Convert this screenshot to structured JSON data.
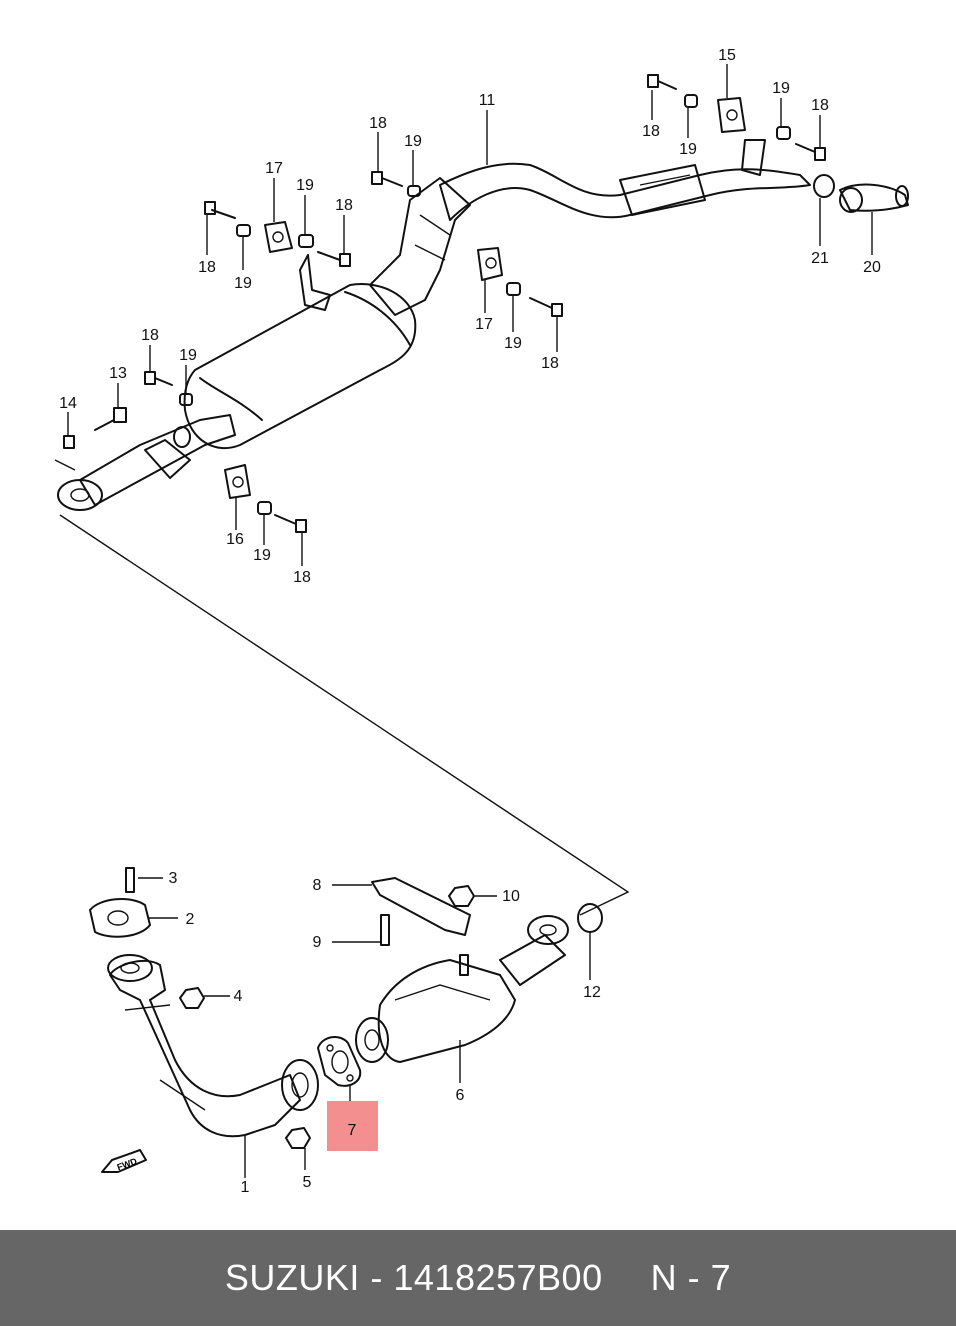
{
  "callouts": [
    {
      "id": "c1",
      "text": "1"
    },
    {
      "id": "c2",
      "text": "2"
    },
    {
      "id": "c3",
      "text": "3"
    },
    {
      "id": "c4",
      "text": "4"
    },
    {
      "id": "c5",
      "text": "5"
    },
    {
      "id": "c6",
      "text": "6"
    },
    {
      "id": "c7",
      "text": "7",
      "highlighted": true
    },
    {
      "id": "c8",
      "text": "8"
    },
    {
      "id": "c9",
      "text": "9"
    },
    {
      "id": "c10",
      "text": "10"
    },
    {
      "id": "c11",
      "text": "11"
    },
    {
      "id": "c12",
      "text": "12"
    },
    {
      "id": "c13",
      "text": "13"
    },
    {
      "id": "c14",
      "text": "14"
    },
    {
      "id": "c15",
      "text": "15"
    },
    {
      "id": "c16",
      "text": "16"
    },
    {
      "id": "c17",
      "text": "17"
    },
    {
      "id": "c18",
      "text": "18"
    },
    {
      "id": "c19",
      "text": "19"
    },
    {
      "id": "c20",
      "text": "20"
    },
    {
      "id": "c21",
      "text": "21"
    }
  ],
  "highlight_color": "#f48f8f",
  "fwd_label": "FWD",
  "footer": {
    "part_ref": "SUZUKI - 1418257B00",
    "page_ref": "N - 7"
  }
}
